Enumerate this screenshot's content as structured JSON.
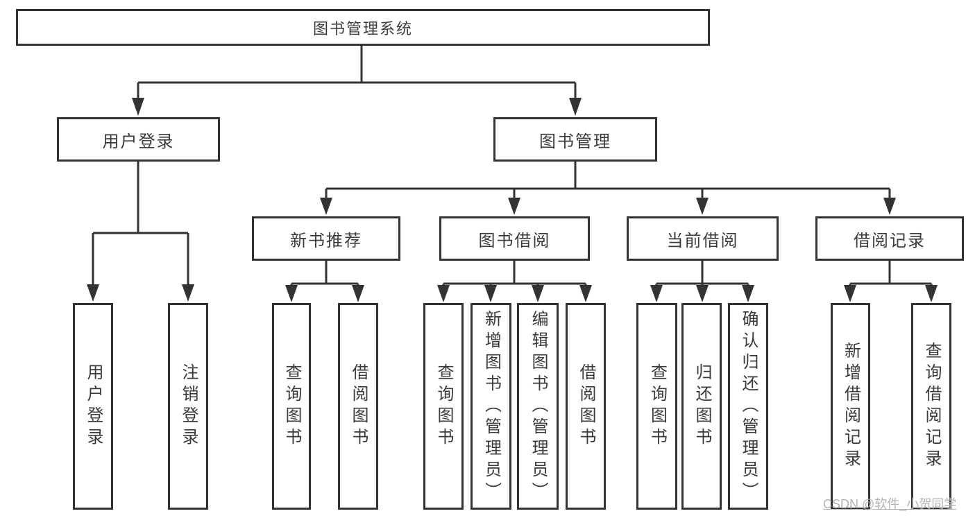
{
  "colors": {
    "line": "#333333",
    "text": "#3a3a3a",
    "watermark": "#b3b3b3",
    "background": "#ffffff"
  },
  "diagram": {
    "root": {
      "label": "图书管理系统"
    },
    "login": {
      "label": "用户登录",
      "children": [
        "用户登录",
        "注销登录"
      ]
    },
    "management": {
      "label": "图书管理",
      "sections": [
        {
          "label": "新书推荐",
          "children": [
            "查询图书",
            "借阅图书"
          ]
        },
        {
          "label": "图书借阅",
          "children": [
            "查询图书",
            "新增图书（管理员）",
            "编辑图书（管理员）",
            "借阅图书"
          ]
        },
        {
          "label": "当前借阅",
          "children": [
            "查询图书",
            "归还图书",
            "确认归还（管理员）"
          ]
        },
        {
          "label": "借阅记录",
          "children": [
            "新增借阅记录",
            "查询借阅记录"
          ]
        }
      ]
    }
  },
  "watermark": {
    "text": "CSDN @软件_小贺同学"
  }
}
